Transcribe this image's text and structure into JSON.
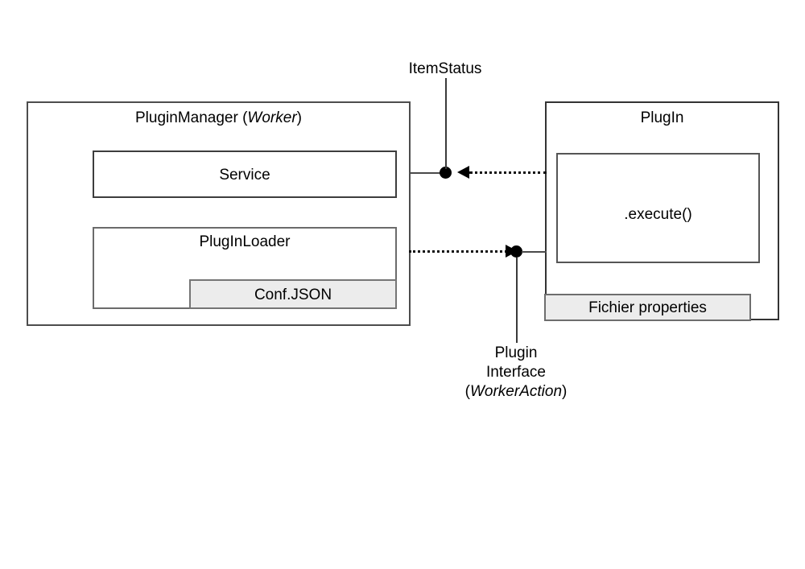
{
  "diagram": {
    "title_text_present": false,
    "background_color": "#ffffff",
    "line_color": "#000000",
    "shaded_fill_color": "#ececec",
    "components": {
      "plugin_manager": {
        "title_main": "PluginManager (",
        "title_italic": "Worker",
        "title_close": ")",
        "children": {
          "service": "Service",
          "plugin_loader": "PlugInLoader",
          "conf_json": "Conf.JSON"
        }
      },
      "plugin": {
        "title": "PlugIn",
        "children": {
          "execute": ".execute()",
          "fichier_properties": "Fichier properties"
        }
      }
    },
    "connectors": [
      {
        "name": "item-status",
        "label": "ItemStatus",
        "style": "dotted",
        "direction": "right-to-left",
        "socket": "ball"
      },
      {
        "name": "plugin-interface",
        "label_line1": "Plugin",
        "label_line2": "Interface",
        "label_line3_open": "(",
        "label_line3_italic": "WorkerAction",
        "label_line3_close": ")",
        "style": "dotted",
        "direction": "left-to-right",
        "socket": "ball"
      }
    ]
  }
}
